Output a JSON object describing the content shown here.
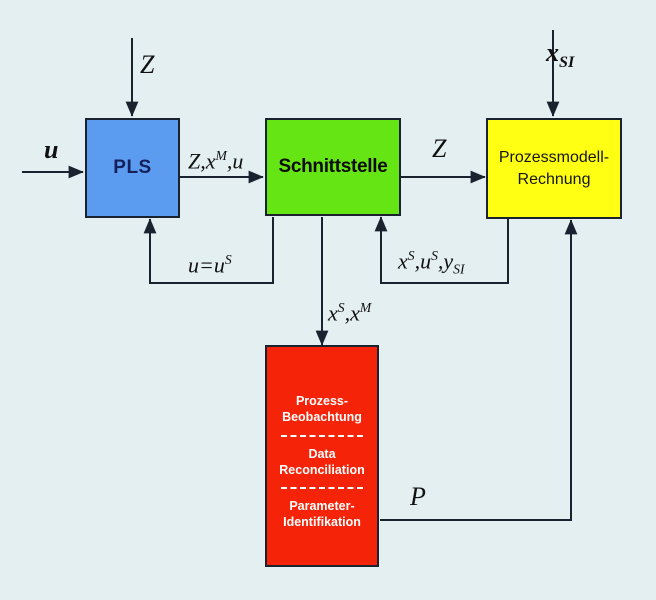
{
  "figure": {
    "type": "block-diagram",
    "background_color": "#e4eff1",
    "line_color": "#1a2230"
  },
  "blocks": {
    "pls": {
      "label": "PLS",
      "color": "#5b9bf0",
      "text_color": "#14205c"
    },
    "schnittstelle": {
      "label": "Schnittstelle",
      "color": "#66e514",
      "text_color": "#0b0b0b"
    },
    "prozessmodell": {
      "line1": "Prozessmodell-",
      "line2": "Rechnung",
      "color": "#ffff14",
      "text_color": "#151515"
    },
    "analysis": {
      "color": "#f52408",
      "text_color": "#ffffff",
      "sections": [
        "Prozess-\nBeobachtung",
        "Data\nReconciliation",
        "Parameter-\nIdentifikation"
      ]
    }
  },
  "signals": {
    "input_u": {
      "base": "u",
      "sup": "",
      "sub": ""
    },
    "disturbance_z_top": {
      "base": "Z"
    },
    "x_si_top": {
      "base": "x",
      "sub": "SI"
    },
    "pls_to_schnittstelle": {
      "part1": "Z,",
      "part2": "x",
      "sup2": "M",
      "part3": ",u"
    },
    "schnittstelle_to_prozess": {
      "base": "Z"
    },
    "u_equals_us": {
      "text": "u=u",
      "sup": "S"
    },
    "xs_us_ysi": {
      "p1": "x",
      "s1": "S",
      "p2": ",u",
      "s2": "S",
      "p3": ",y",
      "sub3": "SI"
    },
    "xs_xm": {
      "p1": "x",
      "s1": "S",
      "p2": ",x",
      "s2": "M"
    },
    "parameters_p": {
      "base": "P"
    }
  }
}
